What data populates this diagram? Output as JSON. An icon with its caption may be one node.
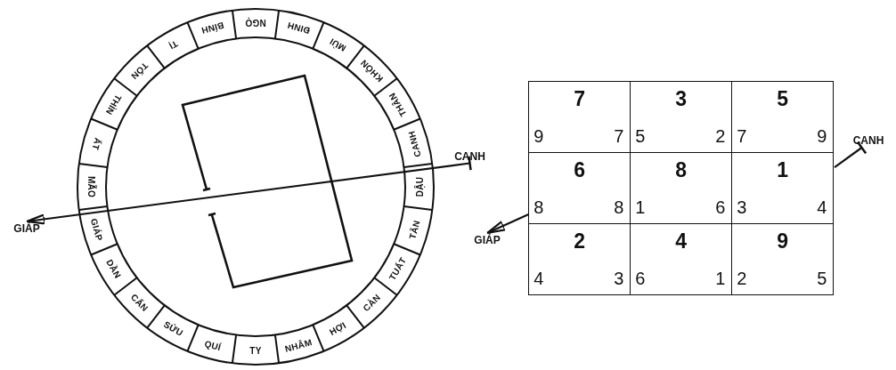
{
  "diagram": {
    "nodes": [
      {
        "text": [
          "NGỌ"
        ]
      },
      {
        "text": [
          "ĐINH"
        ]
      },
      {
        "text": [
          "MÙI"
        ]
      },
      {
        "text": [
          "KHÔN"
        ]
      },
      {
        "text": [
          "THÂN"
        ]
      },
      {
        "text": [
          "CANH"
        ]
      },
      {
        "text": [
          "DẬU"
        ]
      },
      {
        "text": [
          "TÂN"
        ]
      },
      {
        "text": [
          "TUẤT"
        ]
      },
      {
        "text": [
          "CÀN"
        ]
      },
      {
        "text": [
          "HỢI"
        ]
      },
      {
        "text": [
          "NHÂM"
        ]
      },
      {
        "text": [
          "TY"
        ]
      },
      {
        "text": [
          "QUÍ"
        ]
      },
      {
        "text": [
          "SỬU"
        ]
      },
      {
        "text": [
          "CẤN"
        ]
      },
      {
        "text": [
          "DẦN"
        ]
      },
      {
        "text": [
          "GIÁP"
        ]
      },
      {
        "text": [
          "MÃO"
        ]
      },
      {
        "text": [
          "ẤT"
        ]
      },
      {
        "text": [
          "THÌN"
        ]
      },
      {
        "text": [
          "TỐN"
        ]
      },
      {
        "text": [
          "TỊ"
        ]
      },
      {
        "text": [
          "BÍNH"
        ]
      },
      {
        "text": [
          "CANH"
        ]
      },
      {
        "text": [
          "GIÁP"
        ]
      },
      {
        "text": [
          "7",
          "9",
          "7"
        ]
      },
      {
        "text": [
          "3",
          "5",
          "2"
        ]
      },
      {
        "text": [
          "5",
          "7",
          "9"
        ]
      },
      {
        "text": [
          "6",
          "8",
          "8"
        ]
      },
      {
        "text": [
          "8",
          "1",
          "6"
        ]
      },
      {
        "text": [
          "1",
          "3",
          "4"
        ]
      },
      {
        "text": [
          "2",
          "4",
          "3"
        ]
      },
      {
        "text": [
          "4",
          "6",
          "1"
        ]
      },
      {
        "text": [
          "9",
          "2",
          "5"
        ]
      },
      {
        "text": [
          "CANH"
        ]
      },
      {
        "text": [
          "GIÁP"
        ]
      }
    ],
    "edges": [
      {
        "from": 24,
        "to": 25,
        "arrow": "to"
      },
      {
        "from": 35,
        "to": 31,
        "arrow": "other"
      },
      {
        "from": 29,
        "to": 36,
        "arrow": "to"
      }
    ]
  }
}
